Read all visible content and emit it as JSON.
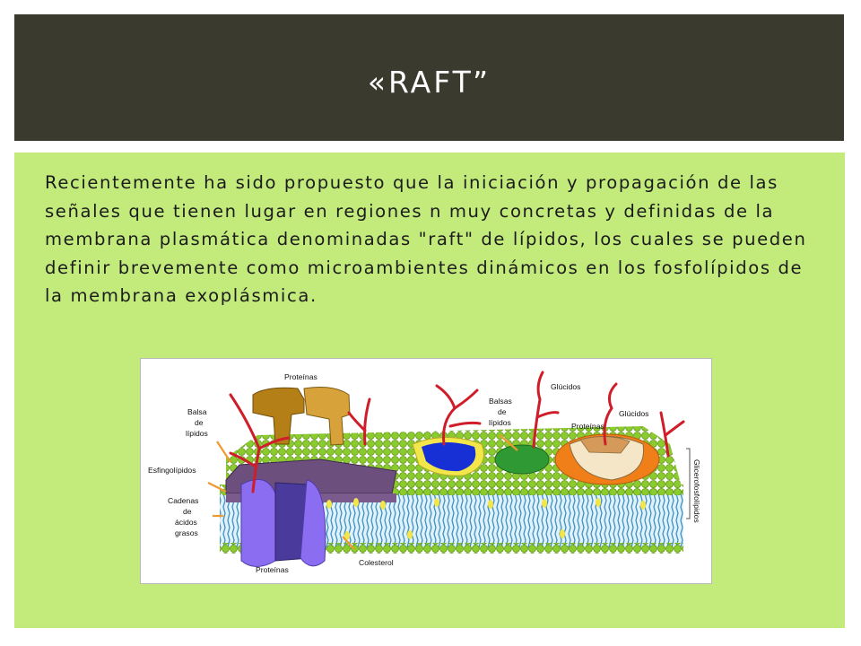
{
  "slide": {
    "title": "«RAFT”",
    "body": "Recientemente ha sido propuesto que la iniciación y propagación de las señales que tienen lugar en regiones n muy concretas y definidas de la membrana plasmática denominadas \"raft\" de lípidos, los cuales se pueden definir brevemente como microambientes dinámicos en los fosfolípidos de la membrana exoplásmica."
  },
  "figure": {
    "labels": {
      "proteinas_top": "Proteínas",
      "balsa": "Balsa",
      "de1": "de",
      "lipidos1": "lípidos",
      "esfingolipidos": "Esfingolípidos",
      "cadenas": "Cadenas",
      "de2": "de",
      "acidos": "ácidos",
      "grasos": "grasos",
      "proteinas_bottom": "Proteínas",
      "colesterol": "Colesterol",
      "balsas": "Balsas",
      "de3": "de",
      "lipidos2": "lípidos",
      "glucidos1": "Glúcidos",
      "proteinas_right": "Proteínas",
      "glucidos2": "Glúcidos",
      "glicerofosfolipidos": "Glicerofosfolípidos"
    }
  }
}
